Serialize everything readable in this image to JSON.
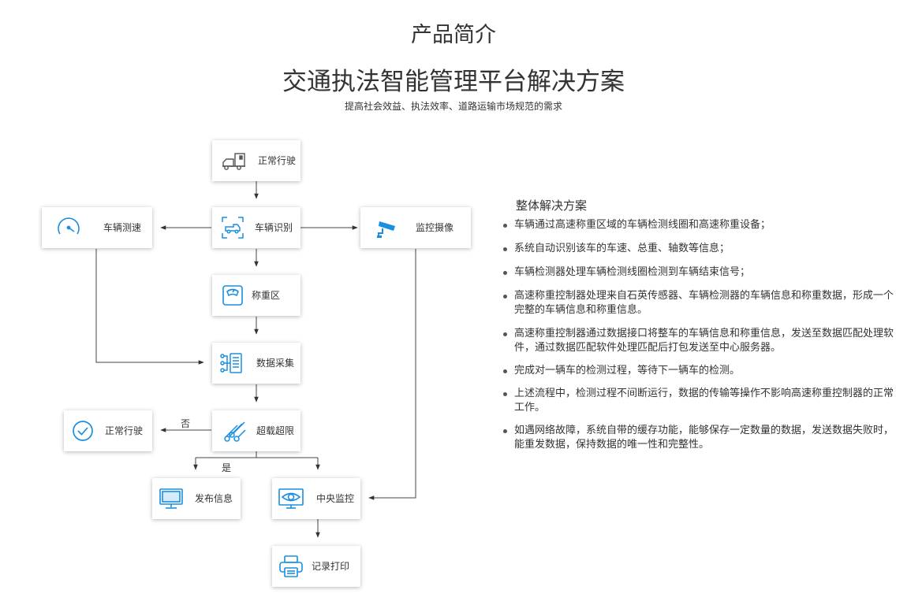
{
  "header": {
    "intro": "产品简介",
    "title": "交通执法智能管理平台解决方案",
    "subtitle": "提高社会效益、执法效率、道路运输市场规范的需求"
  },
  "flow": {
    "nodes": {
      "normal_driving": "正常行驶",
      "vehicle_recognition": "车辆识别",
      "speed_measure": "车辆测速",
      "monitor_camera": "监控摄像",
      "weighing_zone": "称重区",
      "data_collection": "数据采集",
      "overload_check": "超载超限",
      "normal_driving_2": "正常行驶",
      "publish_info": "发布信息",
      "central_monitor": "中央监控",
      "record_print": "记录打印"
    },
    "edge_labels": {
      "no": "否",
      "yes": "是"
    },
    "accent_color": "#1a8fe0"
  },
  "solution": {
    "title": "整体解决方案",
    "points": [
      "车辆通过高速称重区域的车辆检测线圈和高速称重设备；",
      "系统自动识别该车的车速、总重、轴数等信息；",
      "车辆检测器处理车辆检测线圈检测到车辆结束信号；",
      "高速称重控制器处理来自石英传感器、车辆检测器的车辆信息和称重数据，形成一个完整的车辆信息和称重信息。",
      "高速称重控制器通过数据接口将整车的车辆信息和称重信息，发送至数据匹配处理软件，通过数据匹配软件处理匹配后打包发送至中心服务器。",
      "完成对一辆车的检测过程，等待下一辆车的检测。",
      "上述流程中，检测过程不间断运行，数据的传输等操作不影响高速称重控制器的正常工作。",
      "如遇网络故障，系统自带的缓存功能，能够保存一定数量的数据，发送数据失败时，能重发数据，保持数据的唯一性和完整性。"
    ]
  }
}
